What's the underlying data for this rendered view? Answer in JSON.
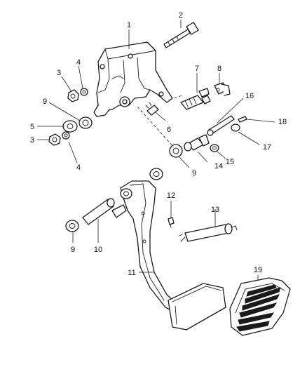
{
  "callouts": [
    {
      "id": "c1",
      "label": "1"
    },
    {
      "id": "c2",
      "label": "2"
    },
    {
      "id": "c3a",
      "label": "3"
    },
    {
      "id": "c4a",
      "label": "4"
    },
    {
      "id": "c9a",
      "label": "9"
    },
    {
      "id": "c5",
      "label": "5"
    },
    {
      "id": "c3b",
      "label": "3"
    },
    {
      "id": "c4b",
      "label": "4"
    },
    {
      "id": "c6",
      "label": "6"
    },
    {
      "id": "c7",
      "label": "7"
    },
    {
      "id": "c8",
      "label": "8"
    },
    {
      "id": "c16",
      "label": "16"
    },
    {
      "id": "c18",
      "label": "18"
    },
    {
      "id": "c17",
      "label": "17"
    },
    {
      "id": "c15",
      "label": "15"
    },
    {
      "id": "c14",
      "label": "14"
    },
    {
      "id": "c9b",
      "label": "9"
    },
    {
      "id": "c12",
      "label": "12"
    },
    {
      "id": "c13",
      "label": "13"
    },
    {
      "id": "c9c",
      "label": "9"
    },
    {
      "id": "c10",
      "label": "10"
    },
    {
      "id": "c11",
      "label": "11"
    },
    {
      "id": "c19",
      "label": "19"
    }
  ]
}
